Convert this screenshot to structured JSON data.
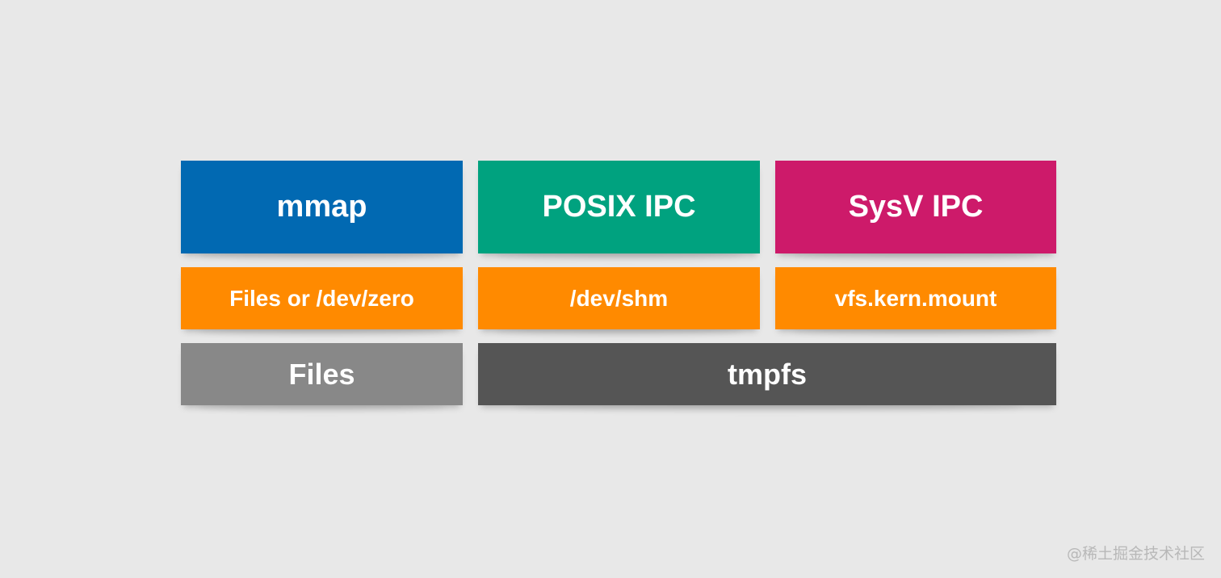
{
  "colors": {
    "background": "#e8e8e8",
    "mmap": "#0169b2",
    "posix_ipc": "#00a27f",
    "sysv_ipc": "#cd1a6a",
    "backing": "#ff8a00",
    "files": "#888888",
    "tmpfs": "#555555"
  },
  "diagram": {
    "top_row": {
      "mmap": "mmap",
      "posix_ipc": "POSIX IPC",
      "sysv_ipc": "SysV IPC"
    },
    "middle_row": {
      "files_or_devzero": "Files or /dev/zero",
      "dev_shm": "/dev/shm",
      "vfs_kern_mount": "vfs.kern.mount"
    },
    "bottom_row": {
      "files": "Files",
      "tmpfs": "tmpfs"
    }
  },
  "watermark": "@稀土掘金技术社区"
}
